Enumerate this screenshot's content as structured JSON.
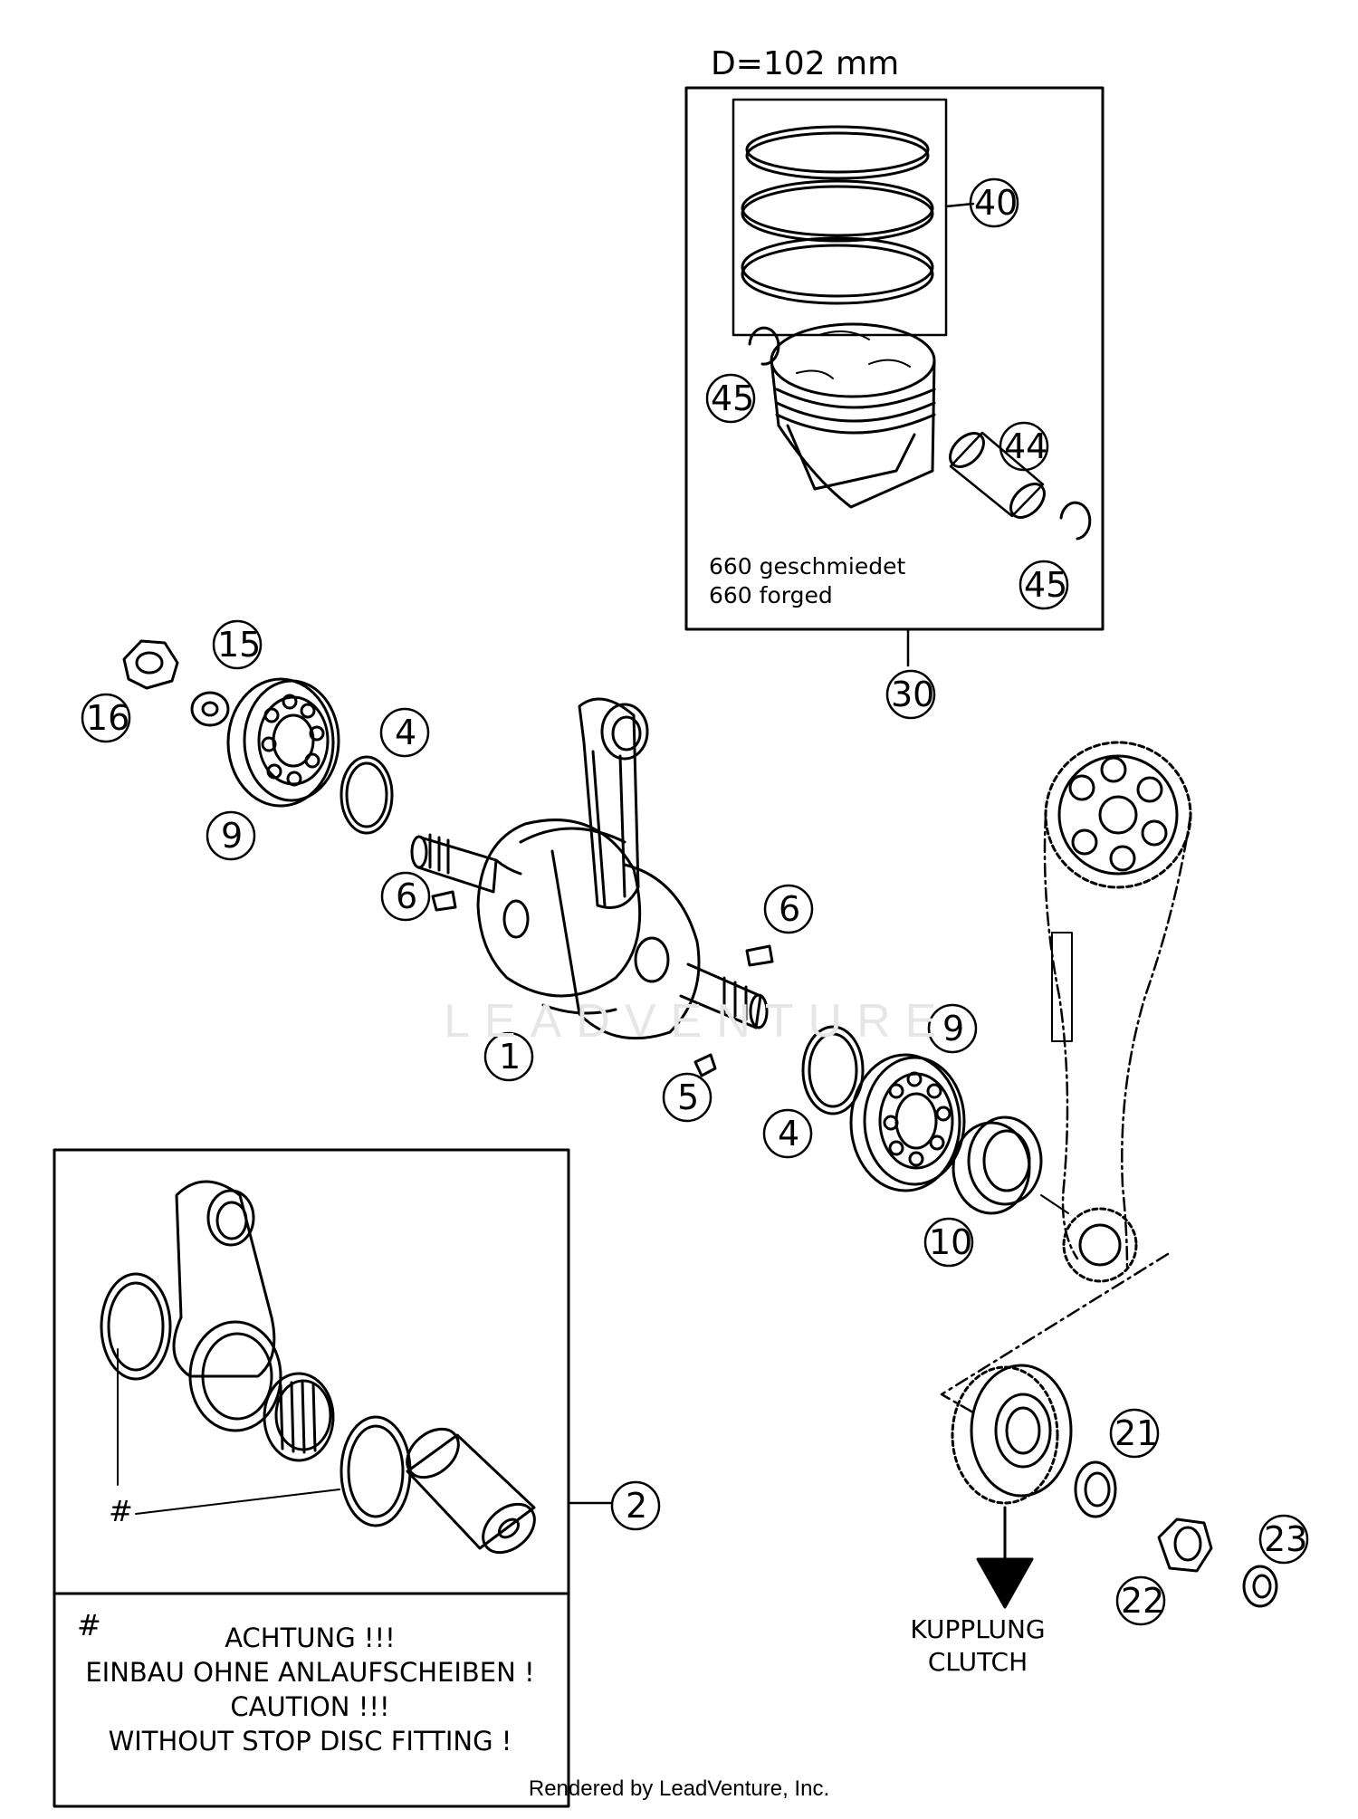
{
  "header": {
    "diameter": "D=102 mm"
  },
  "piston_box": {
    "line1": "660 geschmiedet",
    "line2": "660 forged"
  },
  "callouts": {
    "n1": "1",
    "n2": "2",
    "n4a": "4",
    "n4b": "4",
    "n5": "5",
    "n6a": "6",
    "n6b": "6",
    "n9a": "9",
    "n9b": "9",
    "n10": "10",
    "n15": "15",
    "n16": "16",
    "n21": "21",
    "n22": "22",
    "n23": "23",
    "n30": "30",
    "n40": "40",
    "n44": "44",
    "n45a": "45",
    "n45b": "45"
  },
  "conrod_box": {
    "hash": "#",
    "note_hash": "#",
    "note": [
      "ACHTUNG !!!",
      "EINBAU OHNE ANLAUFSCHEIBEN !",
      "CAUTION !!!",
      "WITHOUT STOP DISC FITTING !"
    ]
  },
  "clutch": {
    "line1": "KUPPLUNG",
    "line2": "CLUTCH"
  },
  "watermark": "LEADVENTURE",
  "footer": "Rendered by LeadVenture, Inc."
}
